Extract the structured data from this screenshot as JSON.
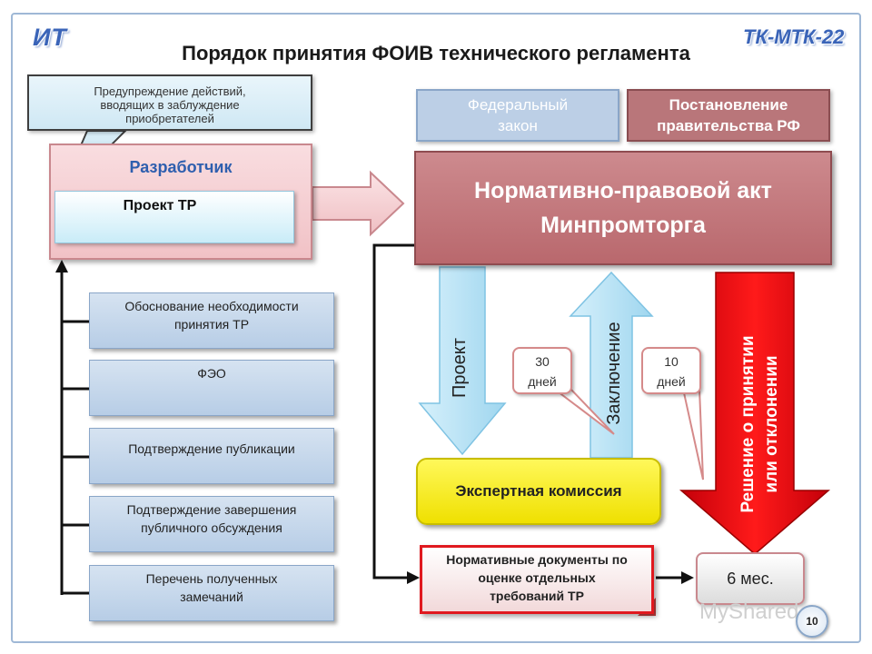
{
  "header": {
    "logo_left": "ИТ",
    "logo_right": "ТК-МТК-22",
    "title": "Порядок принятия ФОИВ технического регламента"
  },
  "callout": {
    "lines": [
      "Предупреждение действий,",
      "вводящих в заблуждение",
      "приобретателей"
    ]
  },
  "developer": {
    "label": "Разработчик",
    "project": "Проект ТР"
  },
  "left_items": [
    {
      "lines": [
        "Обоснование необходимости",
        "принятия ТР"
      ]
    },
    {
      "lines": [
        "ФЭО"
      ]
    },
    {
      "lines": [
        "Подтверждение публикации"
      ]
    },
    {
      "lines": [
        "Подтверждение завершения",
        "публичного обсуждения"
      ]
    },
    {
      "lines": [
        "Перечень полученных",
        "замечаний"
      ]
    }
  ],
  "top_blocks": {
    "federal_law": [
      "Федеральный",
      "закон"
    ],
    "gov_decree": [
      "Постановление",
      "правительства РФ"
    ]
  },
  "npa": [
    "Нормативно-правовой акт",
    "Минпромторга"
  ],
  "arrows": {
    "project": "Проект",
    "conclusion": "Заключение",
    "decision": [
      "Решение о принятии",
      "или отклонении"
    ]
  },
  "days": {
    "left": [
      "30",
      "дней"
    ],
    "right": [
      "10",
      "дней"
    ]
  },
  "expert_commission": "Экспертная комиссия",
  "norm_docs": [
    "Нормативные документы по",
    "оценке отдельных",
    "требований ТР"
  ],
  "six_months": "6 мес.",
  "page_number": "10",
  "watermark": "MyShared",
  "colors": {
    "accent_blue": "#3a64b8",
    "developer_pink": "#f1c2c6",
    "npa_red": "#b9686d",
    "decision_red": "#e8000a",
    "expert_yellow": "#fff200",
    "arrow_light_blue": "#b9e4f6"
  }
}
